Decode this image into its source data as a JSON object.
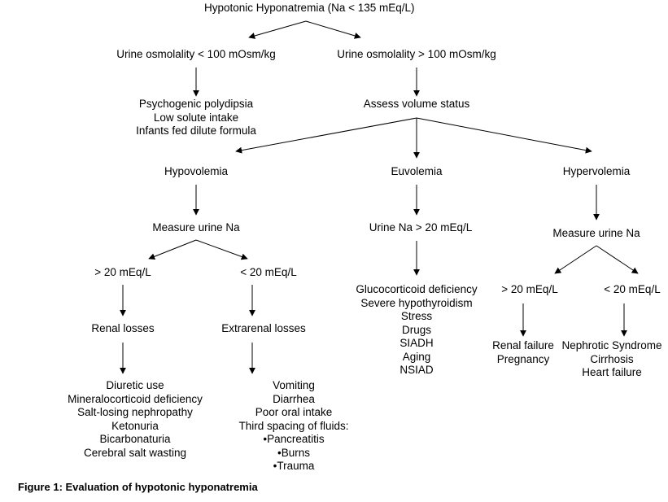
{
  "flowchart": {
    "title": "Hypotonic Hyponatremia (Na < 135 mEq/L)",
    "urine_osm_low": "Urine osmolality < 100 mOsm/kg",
    "urine_osm_high": "Urine osmolality > 100 mOsm/kg",
    "low_osm_causes": [
      "Psychogenic polydipsia",
      "Low solute intake",
      "Infants fed dilute formula"
    ],
    "assess_volume": "Assess volume status",
    "hypovolemia": "Hypovolemia",
    "euvolemia": "Euvolemia",
    "hypervolemia": "Hypervolemia",
    "hypo_measure": "Measure urine Na",
    "hypo_gt": "> 20 mEq/L",
    "hypo_lt": "< 20 mEq/L",
    "renal_losses": "Renal losses",
    "extrarenal_losses": "Extrarenal losses",
    "renal_causes": [
      "Diuretic use",
      "Mineralocorticoid deficiency",
      "Salt-losing nephropathy",
      "Ketonuria",
      "Bicarbonaturia",
      "Cerebral salt wasting"
    ],
    "extrarenal_causes": [
      "Vomiting",
      "Diarrhea",
      "Poor oral intake",
      "Third spacing of fluids:",
      "•Pancreatitis",
      "•Burns",
      "•Trauma"
    ],
    "eu_urine_na": "Urine Na > 20 mEq/L",
    "eu_causes": [
      "Glucocorticoid deficiency",
      "Severe hypothyroidism",
      "Stress",
      "Drugs",
      "SIADH",
      "Aging",
      "NSIAD"
    ],
    "hyper_measure": "Measure urine Na",
    "hyper_gt": "> 20 mEq/L",
    "hyper_lt": "< 20 mEq/L",
    "hyper_gt_causes": [
      "Renal failure",
      "Pregnancy"
    ],
    "hyper_lt_causes": [
      "Nephrotic Syndrome",
      "Cirrhosis",
      "Heart failure"
    ]
  },
  "caption": "Figure 1: Evaluation of hypotonic hyponatremia"
}
